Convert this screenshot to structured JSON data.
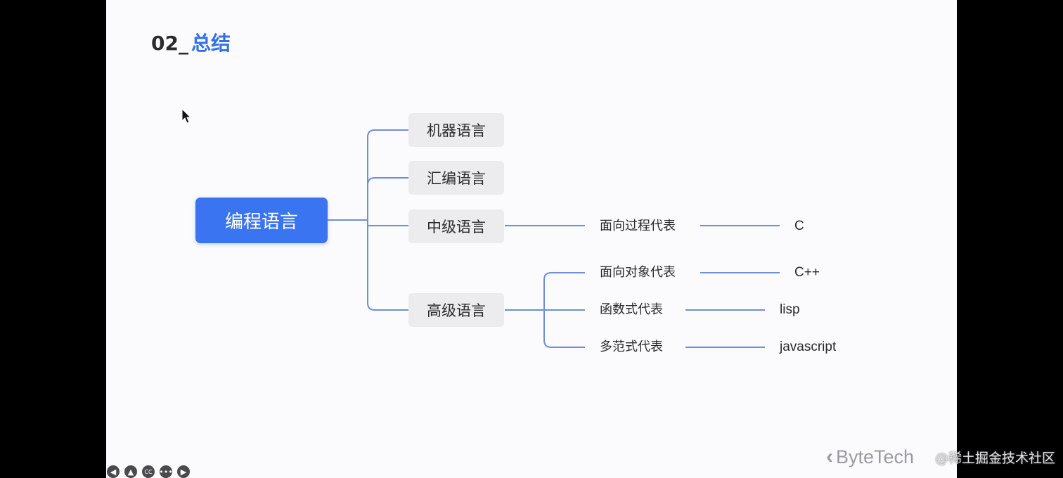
{
  "slide": {
    "title_number": "02_",
    "title_text": "总结"
  },
  "mindmap": {
    "root": "编程语言",
    "branches": [
      {
        "label": "机器语言"
      },
      {
        "label": "汇编语言"
      },
      {
        "label": "中级语言",
        "paradigms": [
          {
            "label": "面向过程代表",
            "example": "C"
          }
        ]
      },
      {
        "label": "高级语言",
        "paradigms": [
          {
            "label": "面向对象代表",
            "example": "C++"
          },
          {
            "label": "函数式代表",
            "example": "lisp"
          },
          {
            "label": "多范式代表",
            "example": "javascript"
          }
        ]
      }
    ]
  },
  "colors": {
    "accent": "#3a74f0",
    "connector": "#6f8fd6",
    "node_bg": "#ececee"
  },
  "branding": {
    "logo_text": "ByteTech",
    "watermark": "@稀土掘金技术社区"
  },
  "player_controls": {
    "icons": [
      "prev-icon",
      "pointer-icon",
      "captions-icon",
      "more-icon",
      "next-icon"
    ]
  }
}
